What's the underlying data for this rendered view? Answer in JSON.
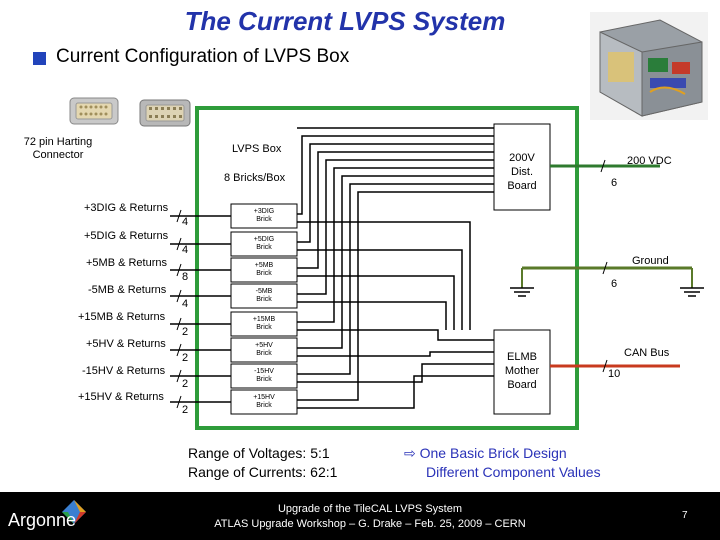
{
  "title": "The Current LVPS System",
  "subtitle": "Current Configuration of LVPS Box",
  "connector_label": "72 pin Harting Connector",
  "box_label": "LVPS Box",
  "bricks_label": "8 Bricks/Box",
  "dist_board": [
    "200V",
    "Dist.",
    "Board"
  ],
  "elmb_board": [
    "ELMB",
    "Mother",
    "Board"
  ],
  "inputs": [
    {
      "label": "+3DIG & Returns",
      "count": "4",
      "brick": [
        "+3DIG",
        "Brick"
      ]
    },
    {
      "label": "+5DIG & Returns",
      "count": "4",
      "brick": [
        "+5DIG",
        "Brick"
      ]
    },
    {
      "label": "+5MB & Returns",
      "count": "8",
      "brick": [
        "+5MB",
        "Brick"
      ]
    },
    {
      "label": "-5MB & Returns",
      "count": "4",
      "brick": [
        "-5MB",
        "Brick"
      ]
    },
    {
      "label": "+15MB & Returns",
      "count": "2",
      "brick": [
        "+15MB",
        "Brick"
      ]
    },
    {
      "label": "+5HV & Returns",
      "count": "2",
      "brick": [
        "+5HV",
        "Brick"
      ]
    },
    {
      "label": "-15HV & Returns",
      "count": "2",
      "brick": [
        "-15HV",
        "Brick"
      ]
    },
    {
      "label": "+15HV & Returns",
      "count": "2",
      "brick": [
        "+15HV",
        "Brick"
      ]
    }
  ],
  "right_connections": [
    {
      "label": "200 VDC",
      "count": "6"
    },
    {
      "label": "Ground",
      "count": "6"
    },
    {
      "label": "CAN Bus",
      "count": "10"
    }
  ],
  "range_voltages": "Range of Voltages:   5:1",
  "range_currents": "Range of Currents:  62:1",
  "design_line1": "One Basic Brick Design",
  "design_line2": "Different Component Values",
  "design_arrow": "⇨",
  "footer_line1": "Upgrade of the TileCAL LVPS System",
  "footer_line2": "ATLAS Upgrade Workshop – G. Drake – Feb. 25, 2009  – CERN",
  "logo": "Argonne",
  "page_number": "7",
  "colors": {
    "title": "#2233aa",
    "box": "#2e9c3a",
    "wire": "#000000",
    "ground": "#5a7a2a",
    "can": "#c83a1e",
    "design": "#2a32b8"
  }
}
